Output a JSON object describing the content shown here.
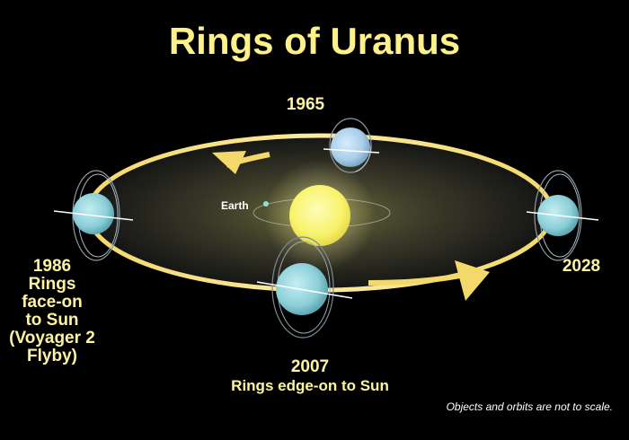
{
  "title": "Rings of Uranus",
  "positions": {
    "y1965": "1965",
    "y1986_lines": [
      "1986",
      "Rings",
      "face-on",
      "to Sun",
      "(Voyager 2",
      "Flyby)"
    ],
    "y2028": "2028",
    "y2007": "2007",
    "y2007_note": "Rings edge-on to Sun"
  },
  "earth_label": "Earth",
  "footnote": "Objects and orbits are not to scale.",
  "colors": {
    "background": "#000000",
    "label": "#fef4a0",
    "orbit": "#f0d666",
    "sun": "#f8f36a",
    "planet": "#8ccfd8"
  }
}
